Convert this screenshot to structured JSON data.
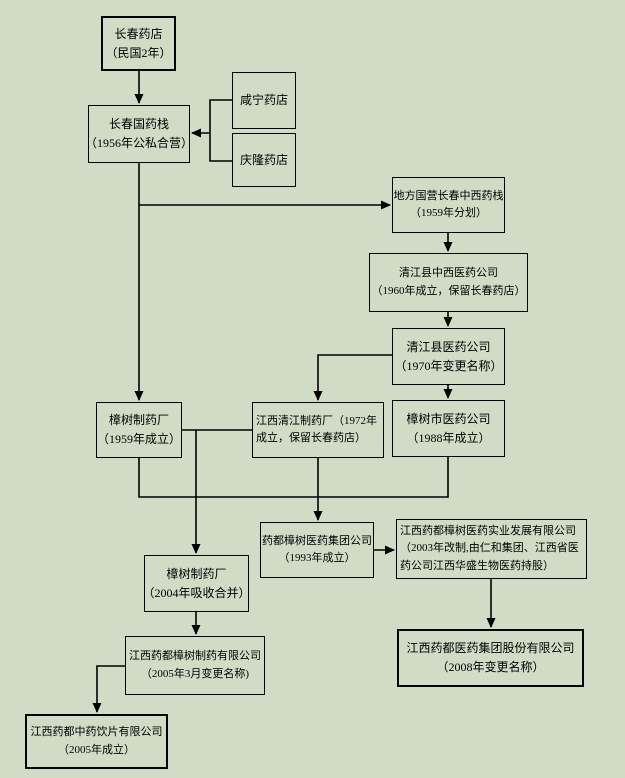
{
  "colors": {
    "background": "#d0dcc6",
    "line": "#000000",
    "text": "#000000"
  },
  "diagram": {
    "type": "flowchart",
    "nodes": {
      "changchun_pharmacy": {
        "line1": "长春药店",
        "line2": "（民国2年）"
      },
      "xianning_pharmacy": {
        "line1": "咸宁药店"
      },
      "qinglong_pharmacy": {
        "line1": "庆隆药店"
      },
      "changchun_guoyaozhan": {
        "line1": "长春国药栈",
        "line2": "（1956年公私合营）"
      },
      "difang_guoying_yaozhan": {
        "line1": "地方国营长春中西药栈",
        "line2": "（1959年分划）"
      },
      "qingjiang_zhongxi_yiyao": {
        "line1": "清江县中西医药公司",
        "line2": "（1960年成立，保留长春药店）"
      },
      "qingjiang_yiyao": {
        "line1": "清江县医药公司",
        "line2": "（1970年变更名称）"
      },
      "zhangshu_zhiyao_1959": {
        "line1": "樟树制药厂",
        "line2": "（1959年成立）"
      },
      "jiangxi_qingjiang_zhiyao": {
        "line1": "江西清江制药厂（1972年",
        "line2": "成立，保留长春药店）"
      },
      "zhangshu_shi_yiyao": {
        "line1": "樟树市医药公司",
        "line2": "（1988年成立）"
      },
      "yaodu_zhangshu_jituan": {
        "line1": "药都樟树医药集团公司",
        "line2": "（1993年成立）"
      },
      "yaodu_shiye_fazhan": {
        "line1": "江西药都樟树医药实业发展有限公司",
        "line2": "（2003年改制,由仁和集团、江西省医",
        "line3": "药公司江西华盛生物医药持股）"
      },
      "zhangshu_zhiyao_2004": {
        "line1": "樟树制药厂",
        "line2": "（2004年吸收合并）"
      },
      "yaodu_zhangshu_zhiyao": {
        "line1": "江西药都樟树制药有限公司",
        "line2": "（2005年3月变更名称)"
      },
      "yaodu_yinpian": {
        "line1": "江西药都中药饮片有限公司",
        "line2": "（2005年成立）"
      },
      "yaodu_jituan_gufen": {
        "line1": "江西药都医药集团股份有限公司",
        "line2": "（2008年变更名称）"
      }
    },
    "edges": [
      {
        "from": "changchun_pharmacy",
        "to": "changchun_guoyaozhan"
      },
      {
        "from": "xianning_pharmacy",
        "to": "changchun_guoyaozhan"
      },
      {
        "from": "qinglong_pharmacy",
        "to": "changchun_guoyaozhan"
      },
      {
        "from": "changchun_guoyaozhan",
        "to": "difang_guoying_yaozhan"
      },
      {
        "from": "changchun_guoyaozhan",
        "to": "zhangshu_zhiyao_1959"
      },
      {
        "from": "difang_guoying_yaozhan",
        "to": "qingjiang_zhongxi_yiyao"
      },
      {
        "from": "qingjiang_zhongxi_yiyao",
        "to": "qingjiang_yiyao"
      },
      {
        "from": "qingjiang_yiyao",
        "to": "jiangxi_qingjiang_zhiyao"
      },
      {
        "from": "qingjiang_yiyao",
        "to": "zhangshu_shi_yiyao"
      },
      {
        "from": "zhangshu_zhiyao_1959",
        "to": "zhangshu_zhiyao_2004"
      },
      {
        "from": "jiangxi_qingjiang_zhiyao",
        "to": "zhangshu_zhiyao_2004"
      },
      {
        "from": "zhangshu_zhiyao_1959",
        "to": "yaodu_zhangshu_jituan"
      },
      {
        "from": "jiangxi_qingjiang_zhiyao",
        "to": "yaodu_zhangshu_jituan"
      },
      {
        "from": "zhangshu_shi_yiyao",
        "to": "yaodu_zhangshu_jituan"
      },
      {
        "from": "yaodu_zhangshu_jituan",
        "to": "yaodu_shiye_fazhan"
      },
      {
        "from": "yaodu_shiye_fazhan",
        "to": "yaodu_jituan_gufen"
      },
      {
        "from": "zhangshu_zhiyao_2004",
        "to": "yaodu_zhangshu_zhiyao"
      },
      {
        "from": "yaodu_zhangshu_zhiyao",
        "to": "yaodu_yinpian"
      }
    ]
  }
}
